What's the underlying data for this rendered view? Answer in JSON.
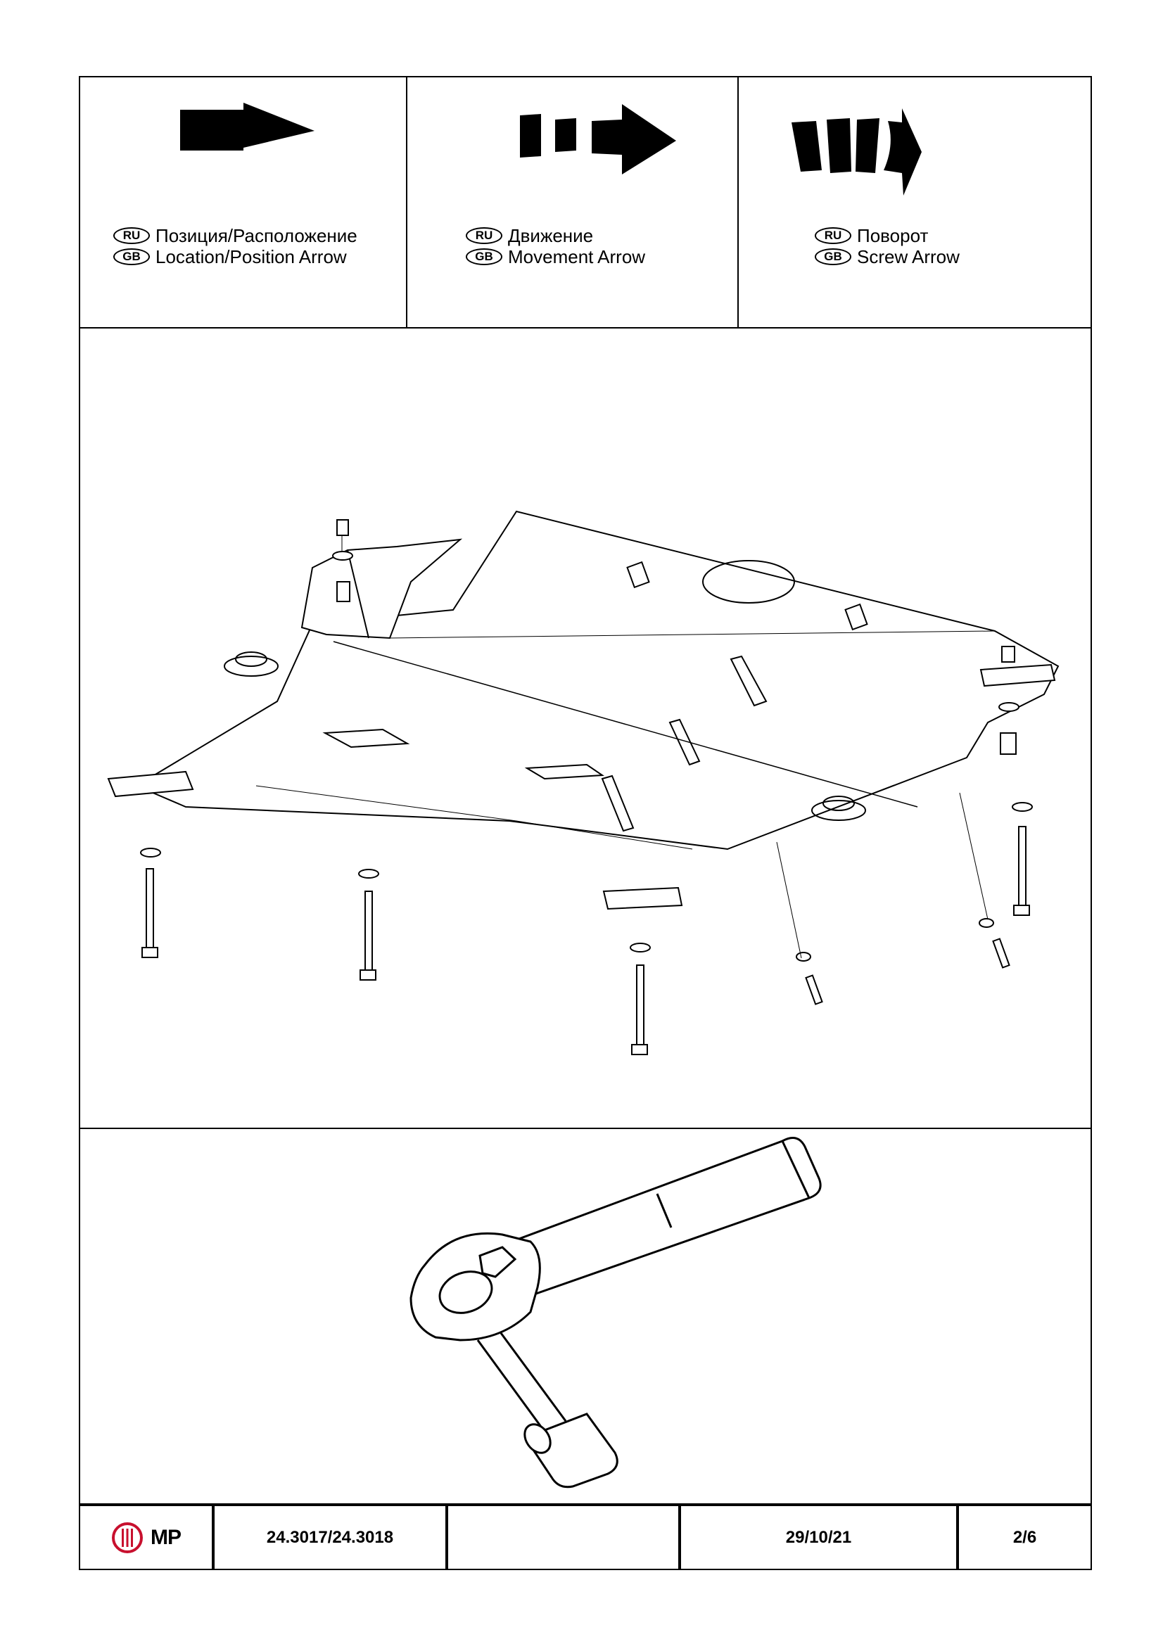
{
  "legend": [
    {
      "ru_badge": "RU",
      "gb_badge": "GB",
      "ru_text": "Позиция/Расположение",
      "gb_text": "Location/Position Arrow",
      "icon": "location-arrow-icon"
    },
    {
      "ru_badge": "RU",
      "gb_badge": "GB",
      "ru_text": "Движение",
      "gb_text": "Movement Arrow",
      "icon": "movement-arrow-icon"
    },
    {
      "ru_badge": "RU",
      "gb_badge": "GB",
      "ru_text": "Поворот",
      "gb_text": "Screw Arrow",
      "icon": "screw-arrow-icon"
    }
  ],
  "footer": {
    "logo_text": "MP",
    "part_number": "24.3017/24.3018",
    "blank": "",
    "date": "29/10/21",
    "page": "2/6"
  }
}
